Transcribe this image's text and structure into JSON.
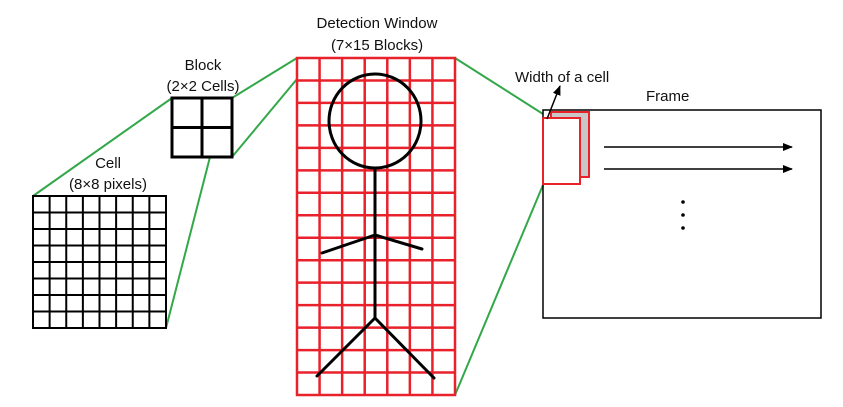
{
  "cell": {
    "title": "Cell",
    "subtitle": "(8×8 pixels)"
  },
  "block": {
    "title": "Block",
    "subtitle": "(2×2 Cells)"
  },
  "detection_window": {
    "title": "Detection Window",
    "subtitle": "(7×15 Blocks)"
  },
  "frame": {
    "title": "Frame",
    "cell_width_label": "Width of a cell"
  },
  "colors": {
    "window_grid": "#e8212b",
    "connector": "#33a84a",
    "ink": "#000000",
    "shadow_window": "#c8c8c8"
  }
}
